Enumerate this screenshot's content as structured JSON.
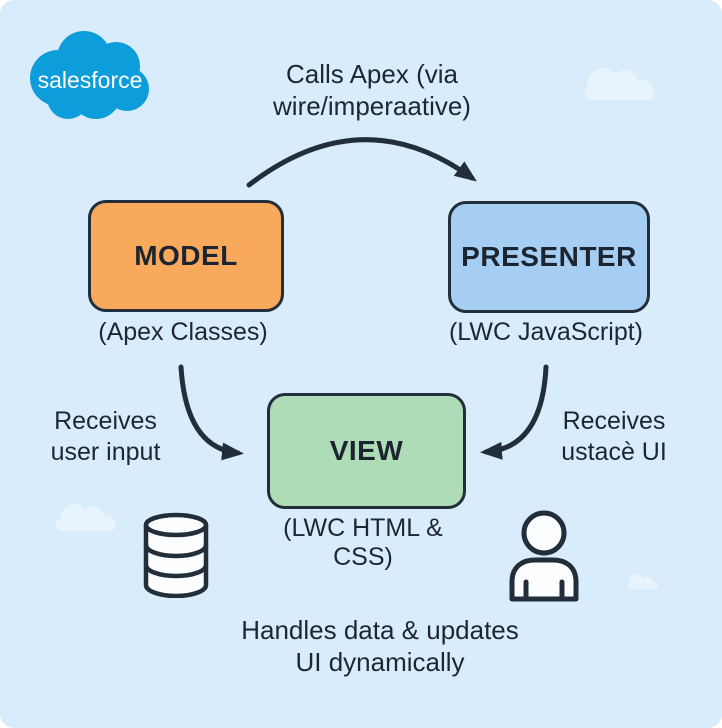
{
  "logo": {
    "text": "salesforce",
    "cloud_color": "#0d9ddb",
    "text_color": "#ffffff"
  },
  "labels": {
    "calls_apex": {
      "line1": "Calls Apex (via",
      "line2": "wire/imperaative)"
    },
    "receives_left": {
      "line1": "Receives",
      "line2": "user input"
    },
    "receives_right": {
      "line1": "Receives",
      "line2": "ustacè UI"
    },
    "handles": {
      "line1": "Handles data & updates",
      "line2": "UI dynamically"
    }
  },
  "boxes": {
    "model": {
      "label": "MODEL",
      "caption": "(Apex Classes)",
      "fill": "#f9a95b"
    },
    "presenter": {
      "label": "PRESENTER",
      "caption": "(LWC JavaScript)",
      "fill": "#a6cdf2"
    },
    "view": {
      "label": "VIEW",
      "caption": "(LWC HTML & CSS)",
      "fill": "#aedcb6"
    }
  },
  "icons": {
    "database": "database-icon",
    "user": "user-icon",
    "logo_cloud": "salesforce-cloud-icon"
  },
  "colors": {
    "background": "#d9ecfb",
    "stroke": "#222e3a",
    "text": "#1d2734",
    "decorative_cloud": "#e9f5fd"
  }
}
